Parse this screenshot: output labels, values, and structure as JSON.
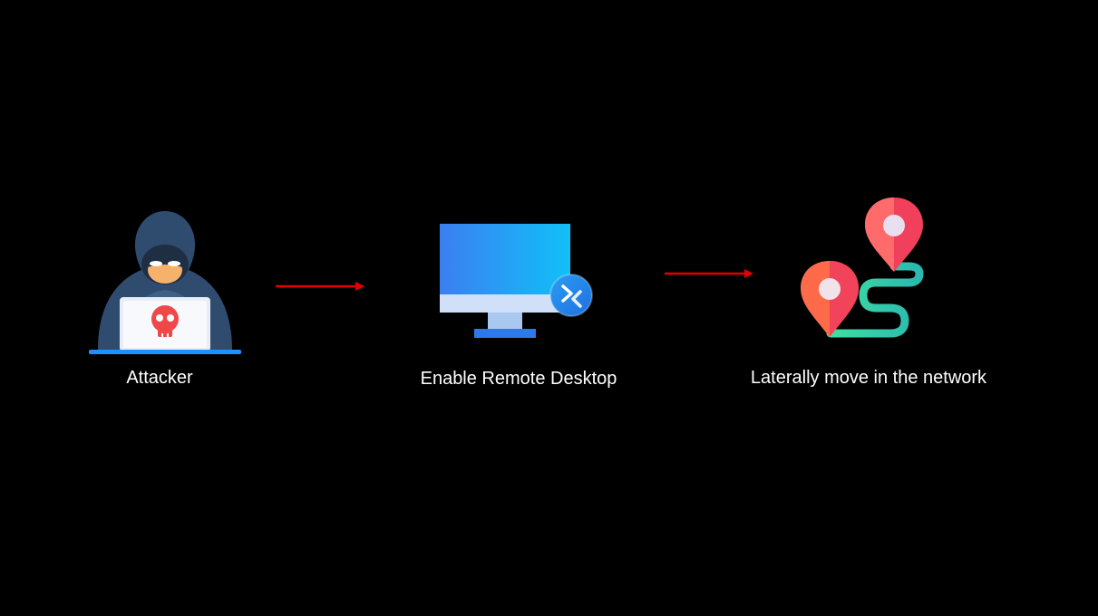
{
  "flow": {
    "steps": [
      {
        "label": "Attacker",
        "icon": "hooded-hacker-icon"
      },
      {
        "label": "Enable Remote Desktop",
        "icon": "remote-desktop-monitor-icon"
      },
      {
        "label": "Laterally move in the network",
        "icon": "map-pins-route-icon"
      }
    ],
    "arrows": [
      {
        "from": "Attacker",
        "to": "Enable Remote Desktop"
      },
      {
        "from": "Enable Remote Desktop",
        "to": "Laterally move in the network"
      }
    ]
  },
  "colors": {
    "background": "#000000",
    "label_text": "#ffffff",
    "arrow": "#e00000",
    "hacker_hood": "#2f4b6e",
    "hacker_face": "#f6b26b",
    "skull": "#f04848",
    "laptop_base": "#1e90ff",
    "monitor_gradient_start": "#3b7ff0",
    "monitor_gradient_end": "#11c0f8",
    "pin_front": "#ff7a5c",
    "pin_back": "#f0405c",
    "route_start": "#3ee0a0",
    "route_end": "#2bb8b0"
  }
}
